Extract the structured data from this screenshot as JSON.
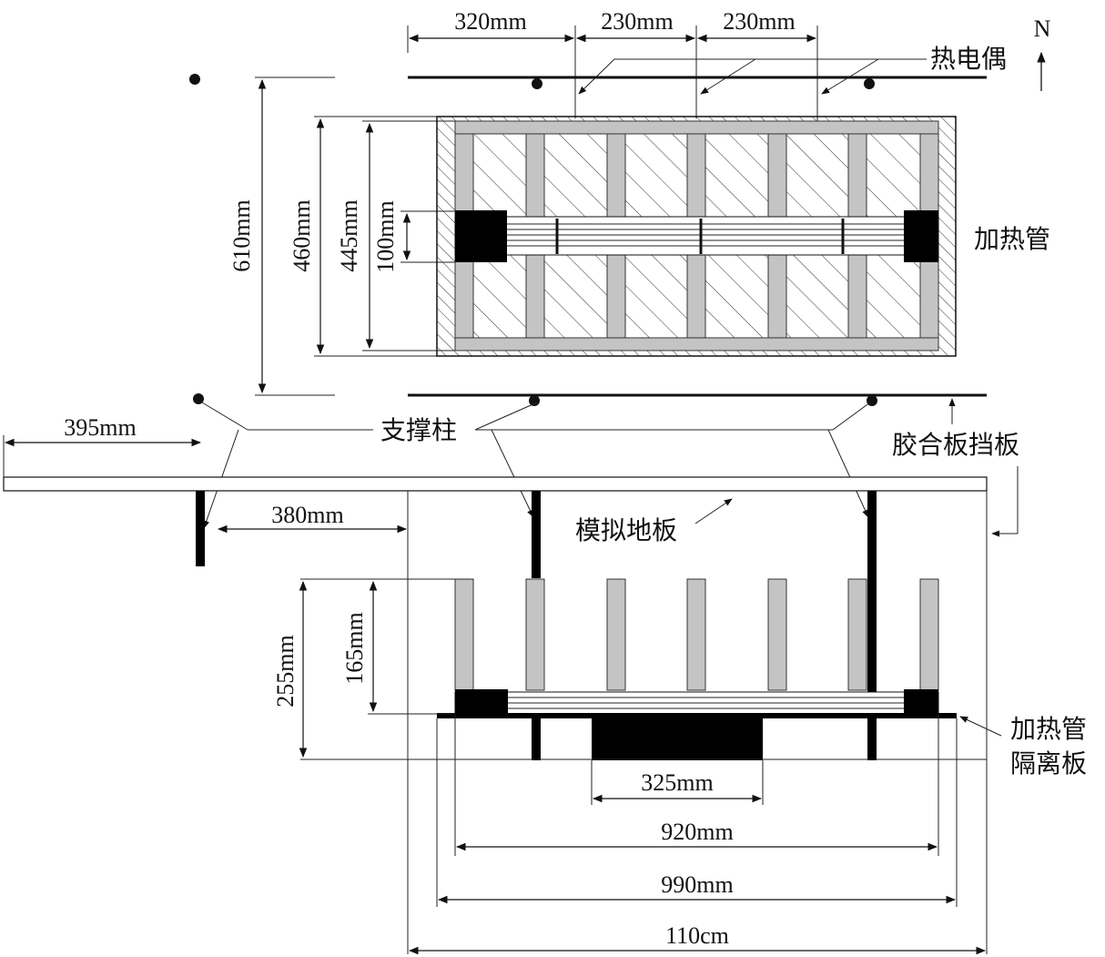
{
  "plan": {
    "north_label": "N",
    "thermocouple_label": "热电偶",
    "heating_pipe_label": "加热管",
    "support_label": "支撑柱",
    "plywood_baffle_label": "胶合板挡板",
    "dims": {
      "d320": "320mm",
      "d230a": "230mm",
      "d230b": "230mm",
      "d610": "610mm",
      "d460": "460mm",
      "d445": "445mm",
      "d100": "100mm"
    }
  },
  "section": {
    "floor_label": "模拟地板",
    "isolation_label_1": "加热管",
    "isolation_label_2": "隔离板",
    "dims": {
      "d395": "395mm",
      "d380": "380mm",
      "d255": "255mm",
      "d165": "165mm",
      "d325": "325mm",
      "d920": "920mm",
      "d990": "990mm",
      "d110": "110cm"
    }
  },
  "colors": {
    "line": "#111111",
    "joist_fill": "#c4c4c4",
    "pipe_block": "#000000",
    "hatch": "#333333"
  }
}
